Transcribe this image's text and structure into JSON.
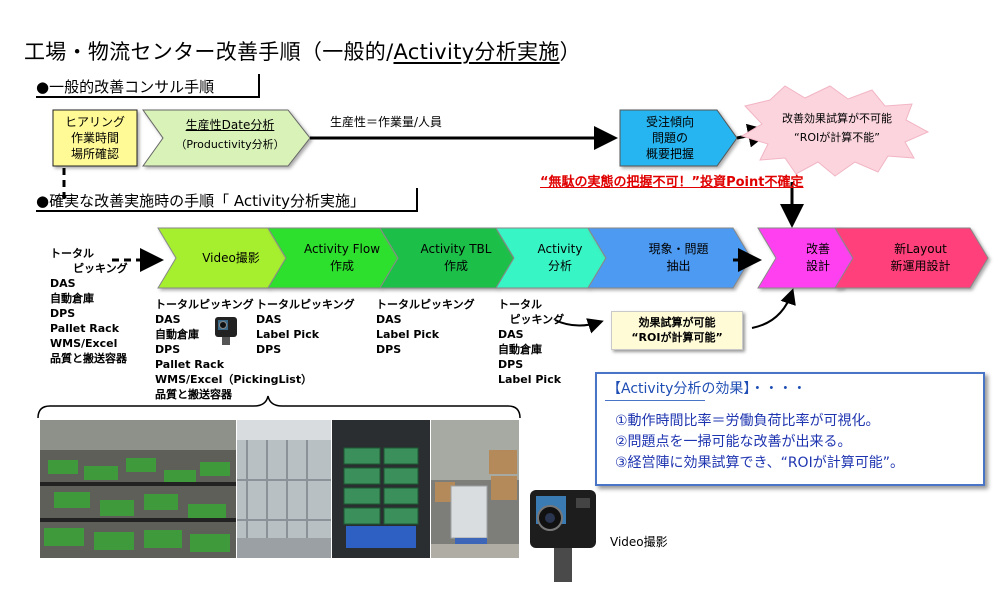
{
  "title_prefix": "工場・物流センター改善手順（一般的/",
  "title_underlined": "Activity分析実施",
  "title_suffix": "）",
  "section1": "●一般的改善コンサル手順",
  "section2": "●確実な改善実施時の手順「 Activity分析実施」",
  "top_flow": {
    "box1": "ヒアリング\n作業時間\n場所確認",
    "box2_line1": "生産性Date分析",
    "box2_line2": "（Productivity分析）",
    "formula": "生産性＝作業量/人員",
    "box3": "受注傾向\n問題の\n概要把握",
    "burst": "改善効果試算が不可能\n“ROIが計算不能”",
    "red_warning": "“無駄の実態の把握不可！”投資Point不確定"
  },
  "bottom_flow": {
    "steps": [
      {
        "label": "Video撮影",
        "color": "#a6ef2f"
      },
      {
        "label": "Activity Flow\n作成",
        "color": "#2fe02f"
      },
      {
        "label": "Activity TBL\n作成",
        "color": "#1fc04a"
      },
      {
        "label": "Activity\n分析",
        "color": "#38f5c5"
      },
      {
        "label": "現象・問題\n抽出",
        "color": "#4d9af2"
      },
      {
        "label": "改善\n設計",
        "color": "#ff3ff0"
      },
      {
        "label": "新Layout\n新運用設計",
        "color": "#ff3f7a"
      }
    ],
    "list0": "トータル\n      ピッキング\nDAS\n自動倉庫\nDPS\nPallet Rack\nWMS/Excel\n品質と搬送容器",
    "list1": "トータルピッキング\nDAS\n自動倉庫\nDPS\nPallet Rack\nWMS/Excel（PickingList）\n品質と搬送容器",
    "list2": "トータルピッキング\nDAS\nLabel Pick\nDPS",
    "list3": "トータルピッキング\nDAS\nLabel Pick\nDPS",
    "list4": "トータル\n   ピッキング\nDAS\n自動倉庫\nDPS\nLabel Pick",
    "callout": "効果試算が可能\n“ROIが計算可能”"
  },
  "effect_box": {
    "header": "【Activity分析の効果】・・・・",
    "header_icon": "thumbs-up-icon",
    "items": [
      "①動作時間比率＝労働負荷比率が可視化。",
      "②問題点を一掃可能な改善が出来る。",
      "③経営陣に効果試算でき、“ROIが計算可能”。"
    ]
  },
  "camera_caption": "Video撮影",
  "colors": {
    "yellow": "#fffa96",
    "light_green": "#d9f2b8",
    "cyan_blue": "#26b5f0",
    "burst_pink": "#fbd4de",
    "red": "#e00000",
    "effect_blue": "#1f4eb4"
  }
}
